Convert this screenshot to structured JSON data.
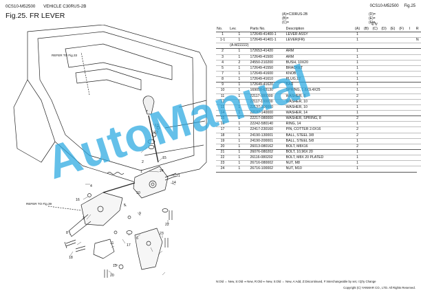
{
  "header": {
    "doc_code": "0CS10-M52500",
    "vehicle": "VEHICLE C30RUS-2B",
    "doc_code_right": "0CS10-M52500",
    "fig_right": "Fig.25"
  },
  "figure_title": "Fig.25.  FR LEVER",
  "model_codes_left": [
    "(A)=C30RUS-2B",
    "(B)=",
    "(C)="
  ],
  "model_codes_right": [
    "(D)=",
    "(E)=",
    "(F)="
  ],
  "table": {
    "headers": {
      "no": "No.",
      "lev": "Lev.",
      "parts_no": "Parts No.",
      "description": "Description",
      "qty": "Q'ty",
      "s": "I",
      "r": "R",
      "qty_cols": [
        "(A)",
        "(B)",
        "(C)",
        "(D)",
        "(E)",
        "(F)"
      ]
    },
    "rows": [
      {
        "no": "1",
        "lev": "1",
        "pn": "172649-41400-1",
        "desc": "LEVER ASSY",
        "a": "1",
        "r": "",
        "grp": true
      },
      {
        "no": "1-1",
        "lev": "1",
        "pn": "172649-41401-1",
        "desc": "LEVER(FR)",
        "a": "1",
        "r": "N",
        "grp": false
      },
      {
        "no": "",
        "lev": "(A-M22222)",
        "pn": "",
        "desc": "",
        "a": "",
        "r": "",
        "grp": false
      },
      {
        "no": "2",
        "lev": "1",
        "pn": "172653-41420",
        "desc": "ARM",
        "a": "1",
        "r": "",
        "grp": true
      },
      {
        "no": "3",
        "lev": "1",
        "pn": "172649-41500",
        "desc": "ARM",
        "a": "1",
        "r": "",
        "grp": false
      },
      {
        "no": "4",
        "lev": "2",
        "pn": "24550-210200",
        "desc": "BUSH, 10X20",
        "a": "1",
        "r": "",
        "grp": false
      },
      {
        "no": "5",
        "lev": "1",
        "pn": "172649-41550",
        "desc": "BRACKET",
        "a": "1",
        "r": "",
        "grp": false
      },
      {
        "no": "7",
        "lev": "1",
        "pn": "172649-41600",
        "desc": "KNOB",
        "a": "1",
        "r": "",
        "grp": false
      },
      {
        "no": "8",
        "lev": "1",
        "pn": "172649-41610",
        "desc": "PLUG,12",
        "a": "1",
        "r": "",
        "grp": false
      },
      {
        "no": "9",
        "lev": "1",
        "pn": "172649-41620",
        "desc": "BAR",
        "a": "1",
        "r": "",
        "grp": true
      },
      {
        "no": "10",
        "lev": "1",
        "pn": "169050-63130",
        "desc": "SPRING, 1.6X9.4X25",
        "a": "1",
        "r": "",
        "grp": false
      },
      {
        "no": "11",
        "lev": "1",
        "pn": "22117-080000",
        "desc": "WASHER, 8",
        "a": "2",
        "r": "",
        "grp": false
      },
      {
        "no": "12",
        "lev": "1",
        "pn": "22117-100000",
        "desc": "WASHER, 10",
        "a": "2",
        "r": "",
        "grp": false
      },
      {
        "no": "13",
        "lev": "1",
        "pn": "22137-100000",
        "desc": "WASHER, 10",
        "a": "1",
        "r": "",
        "grp": false
      },
      {
        "no": "14",
        "lev": "1",
        "pn": "22137-140000",
        "desc": "WASHER, 14",
        "a": "1",
        "r": "",
        "grp": false
      },
      {
        "no": "15",
        "lev": "1",
        "pn": "22217-080000",
        "desc": "WASHER, SPRING, 8",
        "a": "2",
        "r": "",
        "grp": true
      },
      {
        "no": "16",
        "lev": "1",
        "pn": "22242-580140",
        "desc": "RING, 14",
        "a": "1",
        "r": "",
        "grp": false
      },
      {
        "no": "17",
        "lev": "1",
        "pn": "22417-230160",
        "desc": "PIN, COTTER 2.0X16",
        "a": "2",
        "r": "",
        "grp": false
      },
      {
        "no": "18",
        "lev": "1",
        "pn": "24190-130001",
        "desc": "BALL, STEEL 3/8",
        "a": "2",
        "r": "",
        "grp": false
      },
      {
        "no": "19",
        "lev": "1",
        "pn": "24190-200001",
        "desc": "BALL, STEEL 5/8",
        "a": "1",
        "r": "",
        "grp": false
      },
      {
        "no": "20",
        "lev": "1",
        "pn": "26013-080162",
        "desc": "BOLT, M8X16",
        "a": "2",
        "r": "",
        "grp": false
      },
      {
        "no": "21",
        "lev": "1",
        "pn": "26076-080202",
        "desc": "BOLT, 10,96X 20",
        "a": "1",
        "r": "",
        "grp": true
      },
      {
        "no": "22",
        "lev": "1",
        "pn": "26116-080202",
        "desc": "BOLT, M8X 20 PLATED",
        "a": "1",
        "r": "",
        "grp": false
      },
      {
        "no": "23",
        "lev": "1",
        "pn": "26716-080002",
        "desc": "NUT, M8",
        "a": "1",
        "r": "",
        "grp": false
      },
      {
        "no": "24",
        "lev": "1",
        "pn": "26716-100002",
        "desc": "NUT, M10",
        "a": "1",
        "r": "",
        "grp": false
      }
    ]
  },
  "diagram": {
    "refs": [
      "REFER TO Fig.33",
      "REFER TO Fig.39"
    ],
    "callouts": [
      "1",
      "2",
      "3",
      "4",
      "5",
      "6",
      "7",
      "8",
      "9",
      "10",
      "11",
      "12",
      "13",
      "14",
      "15",
      "16",
      "17",
      "18",
      "19",
      "20",
      "21",
      "22",
      "23",
      "24"
    ]
  },
  "watermark": "AutoManual",
  "legend": "N:Old ⇔ New,  S:Old ⇒ New,  R:Old ⇐ New,  S:Old ⇔ New,  A:Add,  Z:Discontinued,  F:Interchangeable by set,  I:Q'ty Change",
  "copyright": "Copyright (C) YANMAR CO., LTD. All Rights Reserved."
}
